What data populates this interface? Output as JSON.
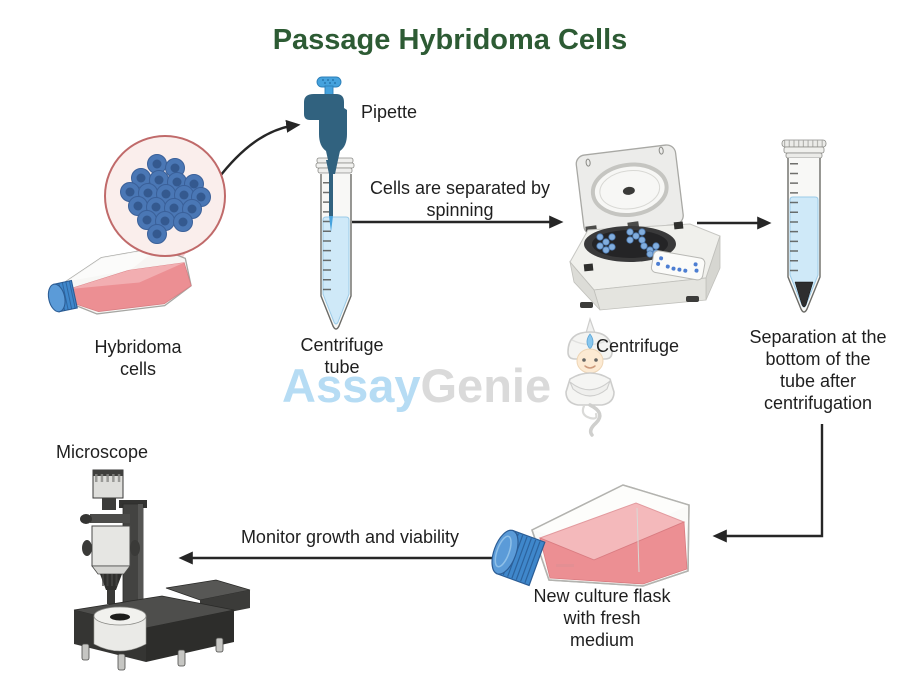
{
  "title": {
    "text": "Passage Hybridoma Cells"
  },
  "watermark": {
    "assay": "Assay",
    "genie": "Genie"
  },
  "nodes": {
    "hybridoma_flask": {
      "lines": [
        "Hybridoma",
        "cells"
      ]
    },
    "pipette": {
      "label": "Pipette"
    },
    "centrifuge_tube": {
      "lines": [
        "Centrifuge",
        "tube"
      ]
    },
    "centrifuge": {
      "label": "Centrifuge"
    },
    "separated_tube": {
      "lines": [
        "Separation at the",
        "bottom of the",
        "tube after",
        "centrifugation"
      ]
    },
    "new_flask": {
      "lines": [
        "New culture flask",
        "with fresh",
        "medium"
      ]
    },
    "microscope": {
      "label": "Microscope"
    }
  },
  "edges": {
    "spin": {
      "lines": [
        "Cells are separated by",
        "spinning"
      ]
    },
    "monitor": {
      "label": "Monitor growth and viability"
    }
  },
  "colors": {
    "title_green": "#2d5b34",
    "text": "#1f1f1f",
    "arrow": "#262626",
    "wm_blue": "#b6dcf4",
    "wm_gray": "#dadada",
    "cell_blue": "#4a77b5",
    "cell_core": "#34598f",
    "medium_pink": "#ec8f93",
    "cap_blue": "#3f87cb",
    "pipette_body": "#31627f",
    "pipette_button": "#45a2dd",
    "liquid_blue": "#cfe9f8",
    "pellet": "#2e2e2e",
    "machine_gray": "#ececea"
  }
}
